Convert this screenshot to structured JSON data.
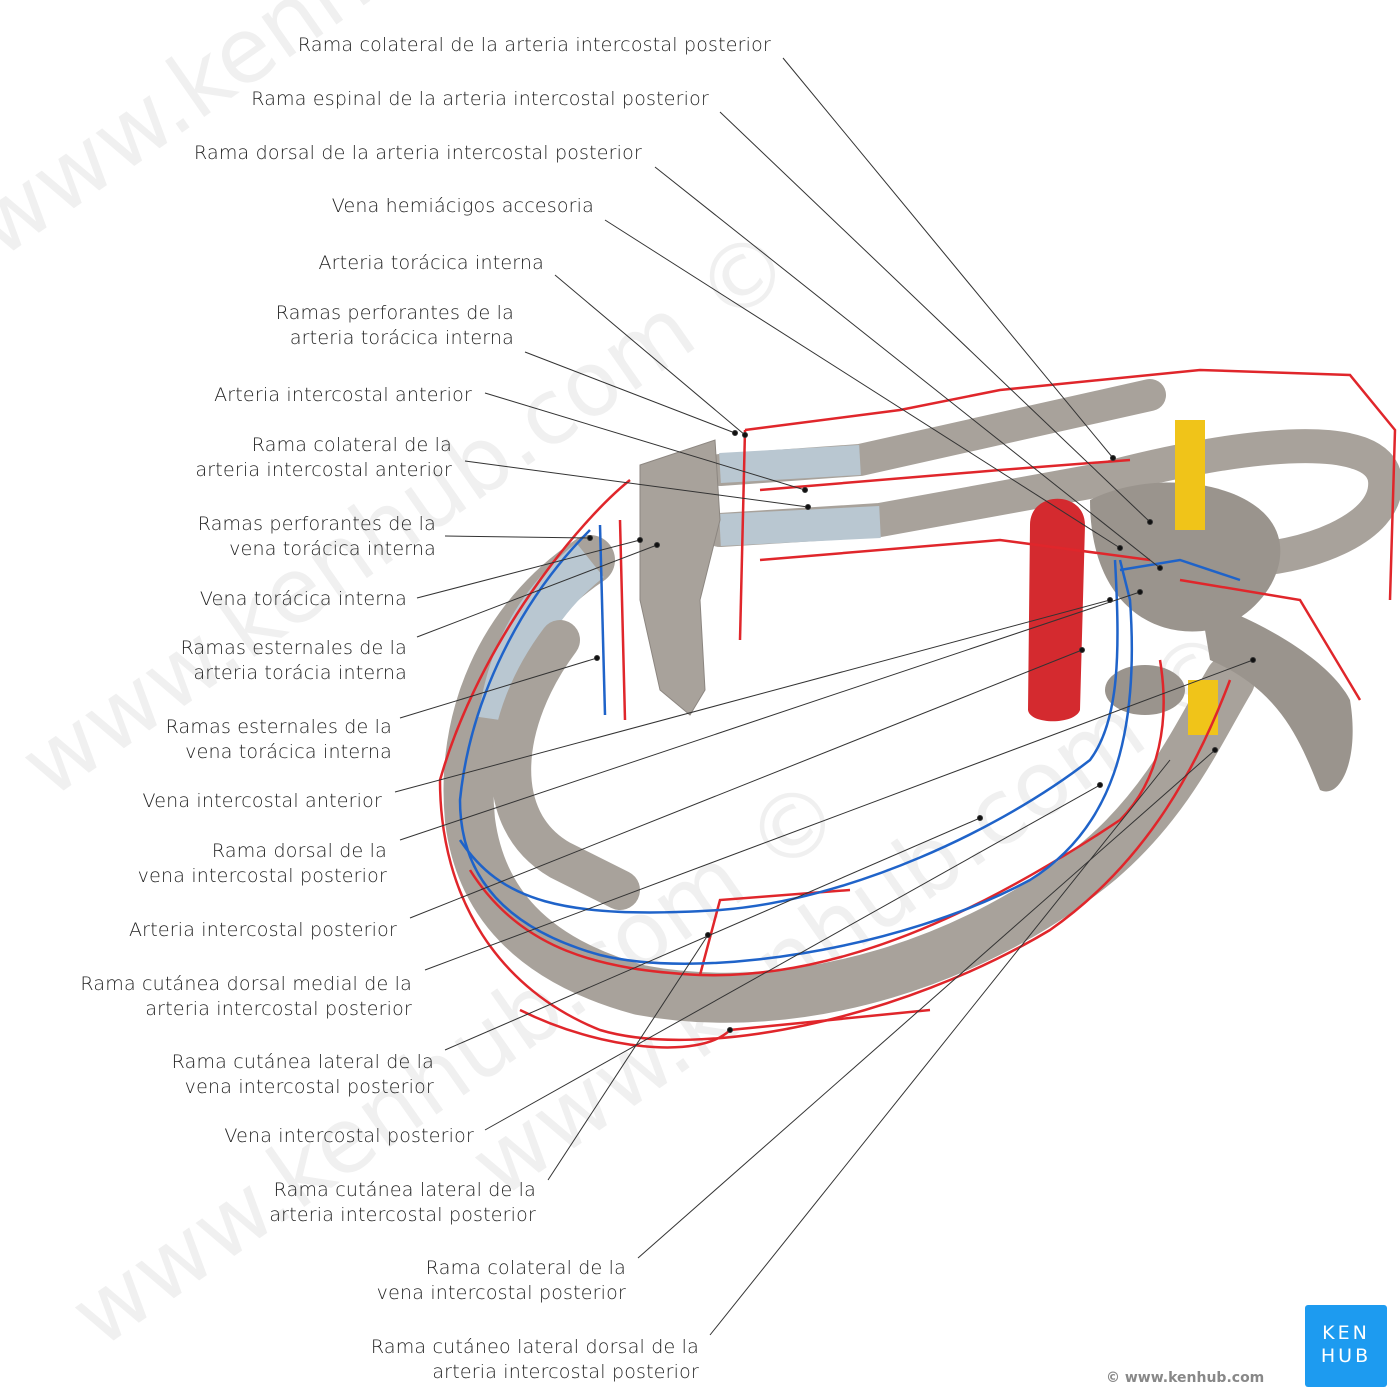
{
  "labels": [
    {
      "lines": [
        "Rama colateral de la arteria intercostal posterior"
      ]
    },
    {
      "lines": [
        "Rama espinal de la arteria intercostal posterior"
      ]
    },
    {
      "lines": [
        "Rama dorsal de la arteria intercostal posterior"
      ]
    },
    {
      "lines": [
        "Vena hemiácigos accesoria"
      ]
    },
    {
      "lines": [
        "Arteria torácica interna"
      ]
    },
    {
      "lines": [
        "Ramas perforantes de la",
        "arteria torácica interna"
      ]
    },
    {
      "lines": [
        "Arteria intercostal anterior"
      ]
    },
    {
      "lines": [
        "Rama colateral de la",
        "arteria intercostal anterior"
      ]
    },
    {
      "lines": [
        "Ramas perforantes de la",
        "vena torácica interna"
      ]
    },
    {
      "lines": [
        "Vena torácica interna"
      ]
    },
    {
      "lines": [
        "Ramas esternales de la",
        "arteria torácia interna"
      ]
    },
    {
      "lines": [
        "Ramas esternales de la",
        "vena torácica interna"
      ]
    },
    {
      "lines": [
        "Vena intercostal anterior"
      ]
    },
    {
      "lines": [
        "Rama dorsal de la",
        "vena intercostal posterior"
      ]
    },
    {
      "lines": [
        "Arteria intercostal posterior"
      ]
    },
    {
      "lines": [
        "Rama cutánea dorsal medial de la",
        "arteria intercostal posterior"
      ]
    },
    {
      "lines": [
        "Rama cutánea lateral de la",
        "vena intercostal posterior"
      ]
    },
    {
      "lines": [
        "Vena intercostal posterior"
      ]
    },
    {
      "lines": [
        "Rama cutánea lateral de la",
        "arteria intercostal posterior"
      ]
    },
    {
      "lines": [
        "Rama colateral de la",
        "vena intercostal posterior"
      ]
    },
    {
      "lines": [
        "Rama cutáneo lateral dorsal de la",
        "arteria intercostal posterior"
      ]
    }
  ],
  "branding": {
    "logo_line1": "KEN",
    "logo_line2": "HUB",
    "copyright": "© www.kenhub.com"
  },
  "colors": {
    "artery": "#e0262b",
    "vein": "#1f63c9",
    "bone": "#a8a29b",
    "cartilage": "#b9c7d1",
    "nerve": "#f0c419",
    "brand": "#1d9bf0"
  }
}
